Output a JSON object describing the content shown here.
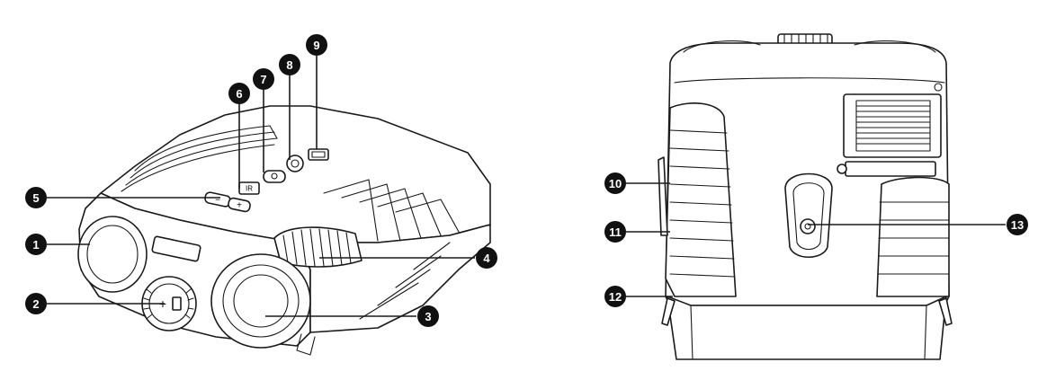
{
  "callouts": [
    {
      "label": "1",
      "color": "#111111"
    },
    {
      "label": "2",
      "color": "#111111"
    },
    {
      "label": "3",
      "color": "#111111"
    },
    {
      "label": "4",
      "color": "#111111"
    },
    {
      "label": "5",
      "color": "#111111"
    },
    {
      "label": "6",
      "color": "#111111"
    },
    {
      "label": "7",
      "color": "#111111"
    },
    {
      "label": "8",
      "color": "#111111"
    },
    {
      "label": "9",
      "color": "#111111"
    },
    {
      "label": "10",
      "color": "#111111"
    },
    {
      "label": "11",
      "color": "#111111"
    },
    {
      "label": "12",
      "color": "#111111"
    },
    {
      "label": "13",
      "color": "#111111"
    }
  ],
  "button_glyphs": {
    "minus": "−",
    "plus": "+",
    "ir": "IR",
    "focus_plus": "+"
  }
}
